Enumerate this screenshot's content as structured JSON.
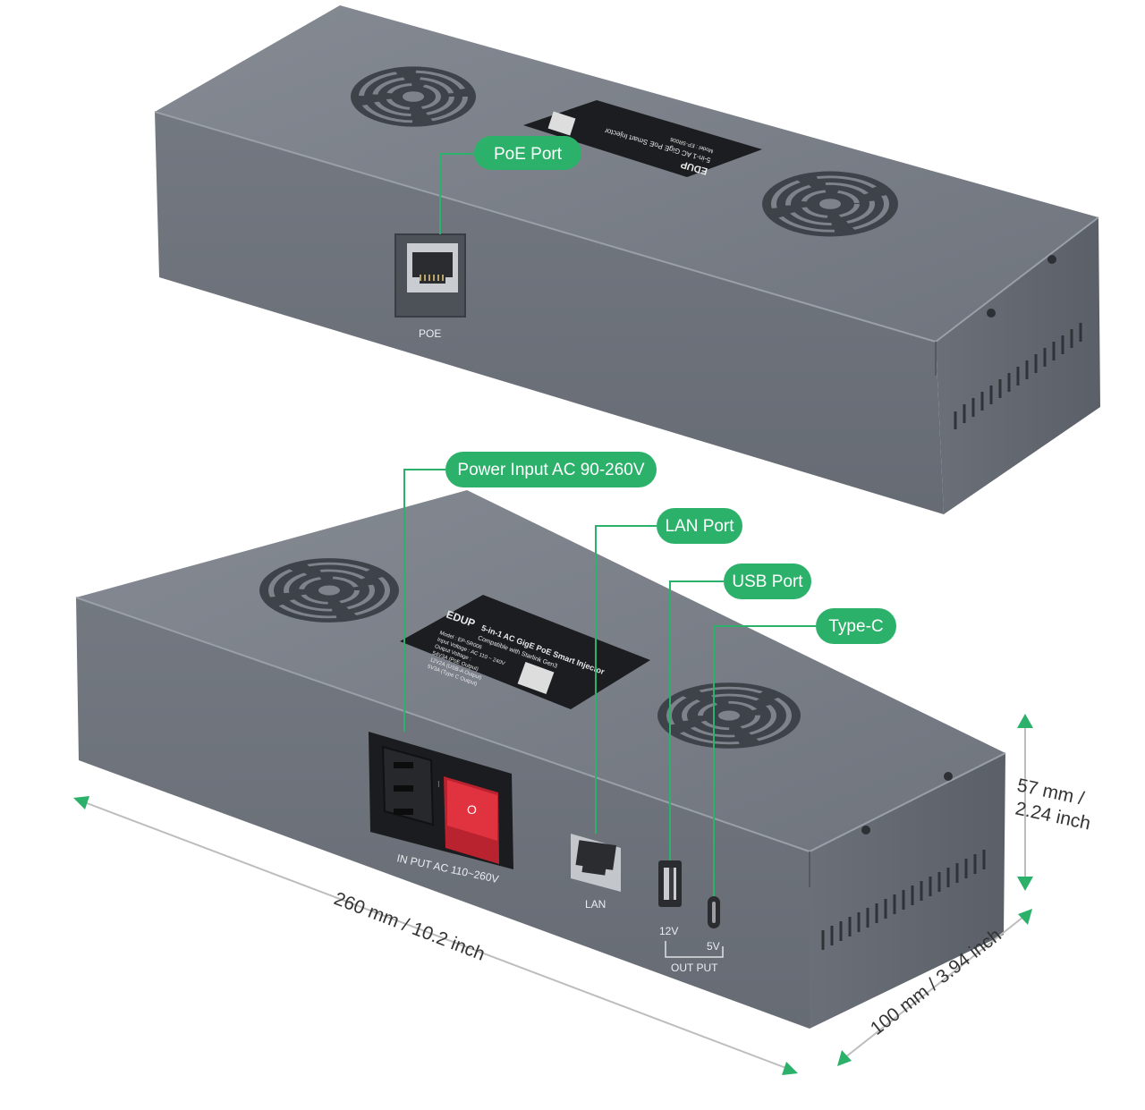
{
  "callouts": {
    "poe_port": "PoE Port",
    "power_input": "Power Input AC 90-260V",
    "lan_port": "LAN Port",
    "usb_port": "USB Port",
    "type_c": "Type-C"
  },
  "port_labels": {
    "poe": "POE",
    "input": "IN PUT  AC 110~260V",
    "lan": "LAN",
    "usb_12v": "12V",
    "typec_5v": "5V",
    "output": "OUT PUT"
  },
  "dimensions": {
    "length": "260 mm / 10.2 inch",
    "width": "100 mm / 3.94 inch",
    "height_line1": "57 mm /",
    "height_line2": "2.24 inch"
  },
  "product_label": {
    "brand": "EDUP",
    "title": "5-in-1 AC GigE PoE Smart Injector",
    "subtitle": "Compatible with Starlink Gen3",
    "model": "Model : EP-SR006",
    "input": "Input Voltage : AC 110 ~ 240V",
    "output": "Output Voltage :",
    "out1": "54V3A (PoE Output)",
    "out2": "12V2A (USB-A Output)",
    "out3": "5V3A (Type C Output)"
  },
  "switch_symbols": {
    "on": "I",
    "off": "O"
  },
  "colors": {
    "accent": "#2cb16a",
    "body": "#6b7079",
    "switch": "#e0323f"
  }
}
